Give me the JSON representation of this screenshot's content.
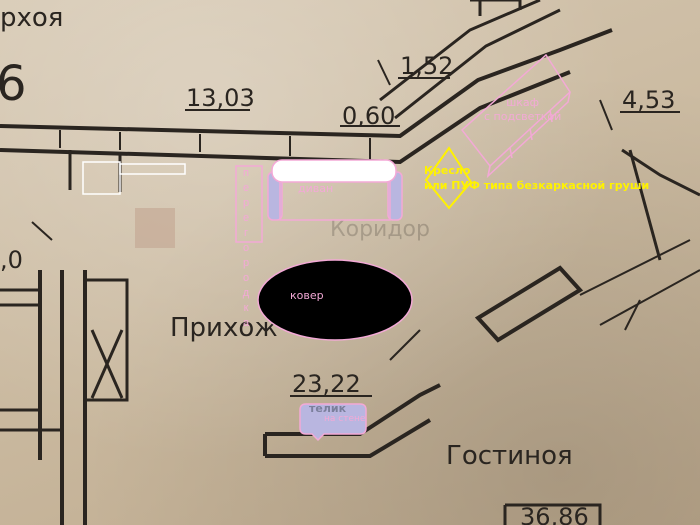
{
  "plan": {
    "room_labels": {
      "top_left_partial": "рхоя",
      "left_number": "6",
      "prihozhaya": "Прихож",
      "gostinaya": "Гостиноя",
      "faint_label": "Коридор"
    },
    "dimensions": {
      "d1": "13,03",
      "d2": "1,52",
      "d3": "0,60",
      "d4": "4,53",
      "d5": "23,22",
      "d6": "36,86",
      "d7": ",0"
    }
  },
  "annotations": {
    "shkaf": {
      "line1": "шкаф",
      "line2": "с подсветкой"
    },
    "divan": "диван",
    "peregorodka": "перегородка",
    "kover": "ковер",
    "kreslo": {
      "line1": "Кресло",
      "line2": "или ПУФ типа безкаркасной груши"
    },
    "telik": "телик",
    "telik_sub": "на стене"
  },
  "colors": {
    "paper": "#cfc0a8",
    "ink": "#2a2520",
    "pink_outline": "#f3a9d6",
    "sofa_fill": "#b9b6e0",
    "yellow": "#fff200",
    "carpet": "#000000"
  }
}
